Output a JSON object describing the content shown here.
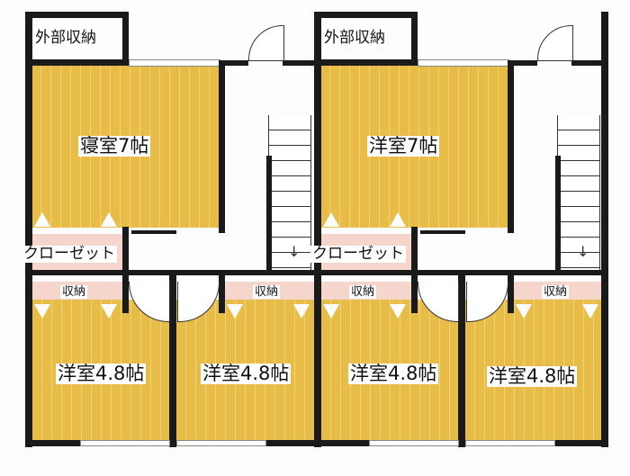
{
  "units": [
    {
      "storage": "外部収納",
      "main_room": "寝室7帖",
      "closet": "クローゼット",
      "rooms": [
        {
          "name": "洋室4.8帖",
          "storage": "収納"
        },
        {
          "name": "洋室4.8帖",
          "storage": "収納"
        }
      ]
    },
    {
      "storage": "外部収納",
      "main_room": "洋室7帖",
      "closet": "クローゼット",
      "rooms": [
        {
          "name": "洋室4.8帖",
          "storage": "収納"
        },
        {
          "name": "洋室4.8帖",
          "storage": "収納"
        }
      ]
    }
  ],
  "colors": {
    "floor": "#e8bd47",
    "closet": "#f6d6cc",
    "wall": "#1a1a1a"
  }
}
